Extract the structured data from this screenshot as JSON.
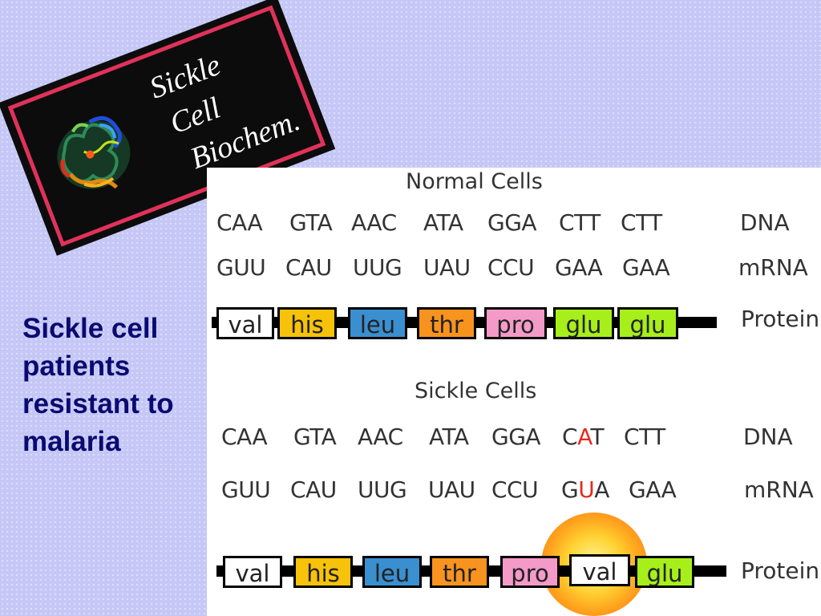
{
  "chalkboard": {
    "lines": [
      "Sickle",
      "Cell",
      "Biochem."
    ]
  },
  "side_text": {
    "lines": [
      "Sickle cell",
      "patients",
      "resistant to",
      "malaria"
    ]
  },
  "normal": {
    "title": "Normal Cells",
    "dna": [
      "CAA",
      "GTA",
      "AAC",
      "ATA",
      "GGA",
      "CTT",
      "CTT"
    ],
    "mrna": [
      "GUU",
      "CAU",
      "UUG",
      "UAU",
      "CCU",
      "GAA",
      "GAA"
    ],
    "protein": [
      "val",
      "his",
      "leu",
      "thr",
      "pro",
      "glu",
      "glu"
    ],
    "labels": {
      "dna": "DNA",
      "mrna": "mRNA",
      "protein": "Protein"
    }
  },
  "sickle": {
    "title": "Sickle Cells",
    "dna": [
      "CAA",
      "GTA",
      "AAC",
      "ATA",
      "GGA",
      "CAT",
      "CTT"
    ],
    "dna_mut": {
      "pre": "C",
      "mut": "A",
      "post": "T"
    },
    "mrna": [
      "GUU",
      "CAU",
      "UUG",
      "UAU",
      "CCU",
      "GUA",
      "GAA"
    ],
    "mrna_mut": {
      "pre": "G",
      "mut": "U",
      "post": "A"
    },
    "protein": [
      "val",
      "his",
      "leu",
      "thr",
      "pro",
      "val",
      "glu"
    ],
    "labels": {
      "dna": "DNA",
      "mrna": "mRNA",
      "protein": "Protein"
    }
  },
  "colors": {
    "val": "#ffffff",
    "his": "#f7c20a",
    "leu": "#3a8fd0",
    "thr": "#f7931e",
    "pro": "#f49ac8",
    "glu": "#a7ef1b",
    "mutation": "#e8291c",
    "background": "#c5c7f6",
    "side_text": "#0a0a70",
    "chalk_border": "#e0325a"
  }
}
